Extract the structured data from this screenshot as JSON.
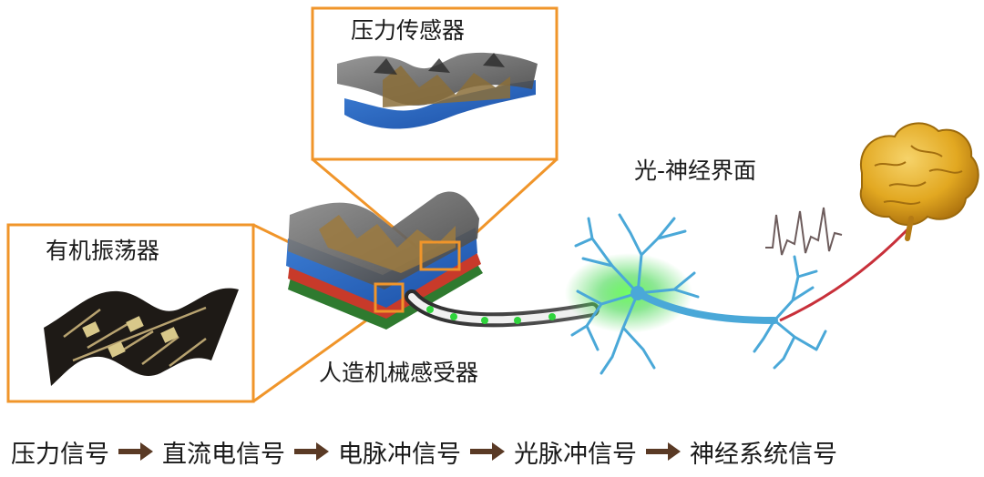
{
  "labels": {
    "pressure_sensor": "压力传感器",
    "organic_oscillator": "有机振荡器",
    "artificial_mechanoreceptor": "人造机械感受器",
    "opto_neural_interface": "光-神经界面"
  },
  "signal_chain": [
    "压力信号",
    "直流电信号",
    "电脉冲信号",
    "光脉冲信号",
    "神经系统信号"
  ],
  "colors": {
    "callout_border": "#f0952a",
    "flow_arrow": "#5a3a25",
    "neuron": "#4aa8d8",
    "glow": "#39e24a",
    "brain": "#e2a821",
    "nerve": "#c8303a"
  }
}
